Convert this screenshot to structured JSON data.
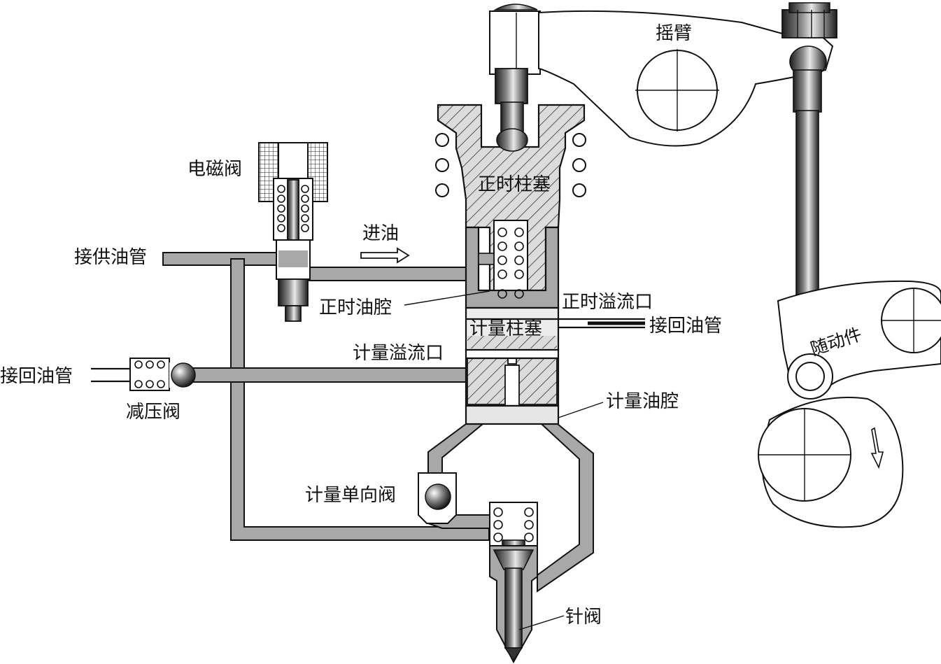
{
  "labels": {
    "rocker_arm": "摇臂",
    "solenoid_valve": "电磁阀",
    "timing_plunger": "正时柱塞",
    "oil_in": "进油",
    "supply_pipe": "接供油管",
    "timing_chamber": "正时油腔",
    "timing_overflow": "正时溢流口",
    "return_pipe_right": "接回油管",
    "metering_plunger": "计量柱塞",
    "metering_overflow": "计量溢流口",
    "return_pipe_left": "接回油管",
    "pressure_relief_valve": "减压阀",
    "metering_chamber": "计量油腔",
    "metering_check_valve": "计量单向阀",
    "needle_valve": "针阀",
    "follower": "随动件"
  },
  "colors": {
    "passage": "#a8a8a8",
    "chamber": "#cfcfcf",
    "outline": "#111111",
    "hatch": "#333333",
    "light_fill": "#ececec"
  }
}
